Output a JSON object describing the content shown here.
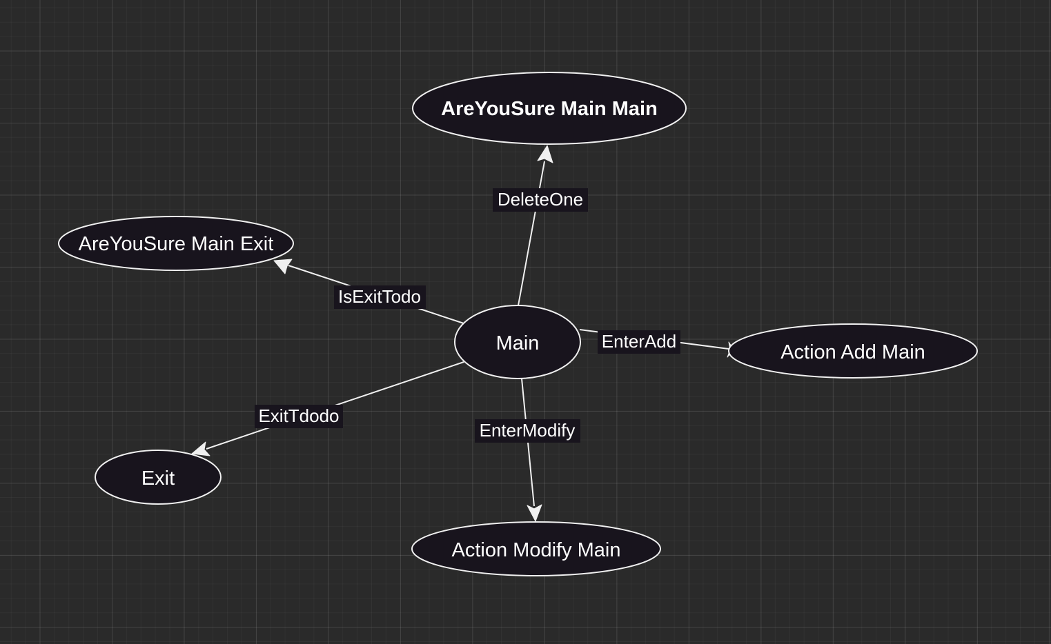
{
  "diagram": {
    "nodes": {
      "main": {
        "label": "Main"
      },
      "are_you_sure_main_main": {
        "label": "AreYouSure Main Main"
      },
      "are_you_sure_main_exit": {
        "label": "AreYouSure Main Exit"
      },
      "action_add_main": {
        "label": "Action Add Main"
      },
      "exit": {
        "label": "Exit"
      },
      "action_modify_main": {
        "label": "Action Modify Main"
      }
    },
    "edges": {
      "delete_one": {
        "label": "DeleteOne",
        "from": "Main",
        "to": "AreYouSure Main Main"
      },
      "is_exit_todo": {
        "label": "IsExitTodo",
        "from": "Main",
        "to": "AreYouSure Main Exit"
      },
      "enter_add": {
        "label": "EnterAdd",
        "from": "Main",
        "to": "Action Add Main"
      },
      "exit_tdodo": {
        "label": "ExitTdodo",
        "from": "Main",
        "to": "Exit"
      },
      "enter_modify": {
        "label": "EnterModify",
        "from": "Main",
        "to": "Action Modify Main"
      }
    }
  }
}
